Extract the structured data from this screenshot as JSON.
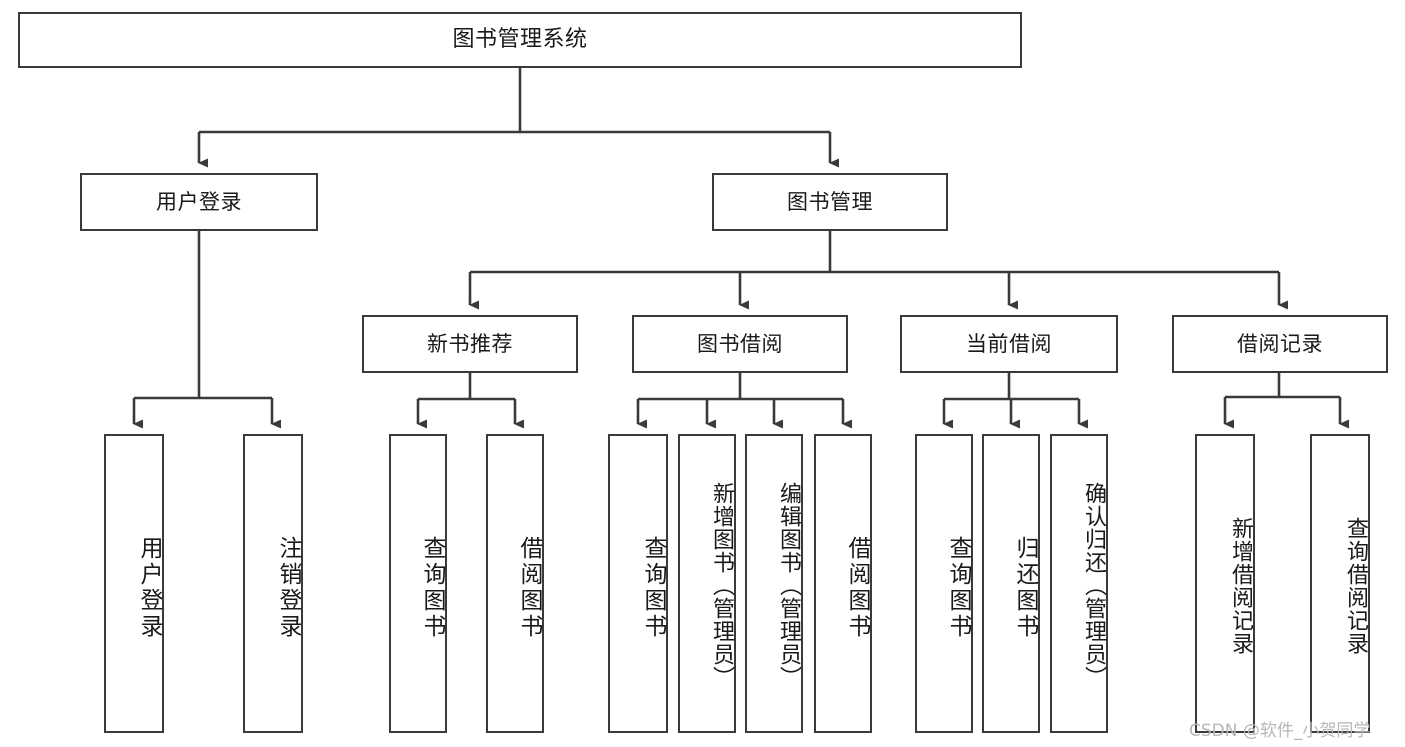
{
  "diagram": {
    "type": "hierarchy-tree",
    "title": "图书管理系统",
    "watermark": "CSDN @软件_小贺同学",
    "colors": {
      "border": "#3a3a3a",
      "background": "#ffffff",
      "text": "#1a1a1a",
      "connector": "#3a3a3a",
      "watermark": "#b7b7b7"
    },
    "levels": {
      "level1": {
        "label": "图书管理系统"
      },
      "level2": [
        {
          "label": "用户登录"
        },
        {
          "label": "图书管理"
        }
      ],
      "level3": [
        {
          "label": "新书推荐"
        },
        {
          "label": "图书借阅"
        },
        {
          "label": "当前借阅"
        },
        {
          "label": "借阅记录"
        }
      ],
      "level4": {
        "user_login": [
          {
            "label": "用户登录"
          },
          {
            "label": "注销登录"
          }
        ],
        "new_book_recommend": [
          {
            "label": "查询图书"
          },
          {
            "label": "借阅图书"
          }
        ],
        "book_borrow": [
          {
            "label": "查询图书"
          },
          {
            "label": "新增图书（管理员）"
          },
          {
            "label": "编辑图书（管理员）"
          },
          {
            "label": "借阅图书"
          }
        ],
        "current_borrow": [
          {
            "label": "查询图书"
          },
          {
            "label": "归还图书"
          },
          {
            "label": "确认归还（管理员）"
          }
        ],
        "borrow_record": [
          {
            "label": "新增借阅记录"
          },
          {
            "label": "查询借阅记录"
          }
        ]
      }
    }
  }
}
